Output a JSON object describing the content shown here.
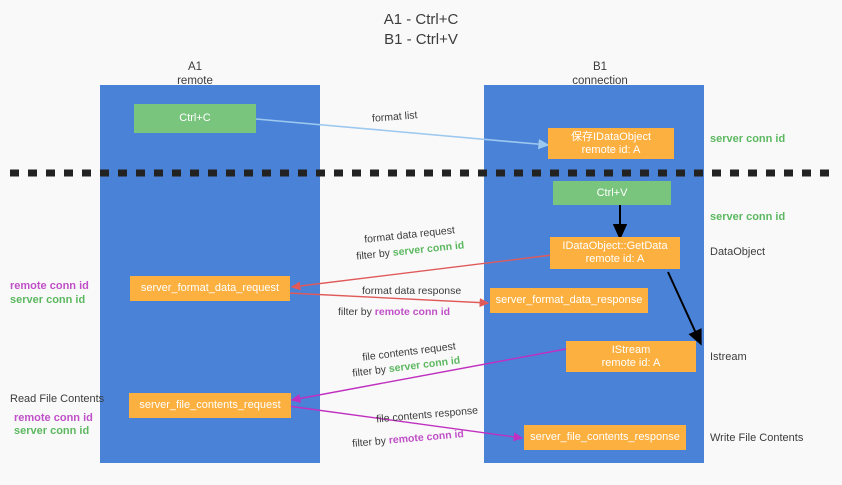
{
  "title": "A1 - Ctrl+C\nB1 - Ctrl+V",
  "columns": [
    {
      "name": "A1",
      "sub": "remote",
      "label": "A1\nremote"
    },
    {
      "name": "B1",
      "sub": "connection",
      "label": "B1\nconnection"
    }
  ],
  "nodes": {
    "ctrl_c": "Ctrl+C",
    "ctrl_v": "Ctrl+V",
    "idataobject": "保存IDataObject\nremote id: A",
    "getdata": "IDataObject::GetData\nremote id: A",
    "istream": "IStream\nremote id: A",
    "server_format_data_request": "server_format_data_request",
    "server_format_data_response": "server_format_data_response",
    "server_file_contents_request": "server_file_contents_request",
    "server_file_contents_response": "server_file_contents_response"
  },
  "edges": {
    "format_list": "format list",
    "format_data_request": "format data request",
    "format_data_request_filter_prefix": "filter by ",
    "format_data_request_filter_value": "server conn id",
    "format_data_response": "format data response",
    "format_data_response_filter_prefix": "filter by ",
    "format_data_response_filter_value": "remote conn id",
    "file_contents_request": "file contents request",
    "file_contents_request_filter_prefix": "filter by ",
    "file_contents_request_filter_value": "server conn id",
    "file_contents_response": "file contents response",
    "file_contents_response_filter_prefix": "filter by ",
    "file_contents_response_filter_value": "remote conn id"
  },
  "right_labels": {
    "server_conn_id_top": "server conn id",
    "server_conn_id_second": "server conn id",
    "dataobject": "DataObject",
    "istream": "Istream",
    "write_file_contents": "Write File Contents"
  },
  "left_labels": {
    "remote_conn_id_upper": "remote conn id",
    "server_conn_id_upper": "server conn id",
    "read_file_contents": "Read File Contents",
    "remote_conn_id_lower": "remote conn id",
    "server_conn_id_lower": "server conn id"
  },
  "colors": {
    "lane": "#4a82d8",
    "green_node": "#7ac57e",
    "orange_node": "#fcb040",
    "green_text": "#5cb860",
    "purple_text": "#c050c8",
    "arrow_blue": "#9dc8ef",
    "arrow_red": "#e05a5a",
    "arrow_magenta": "#c030c0",
    "arrow_black": "#000000",
    "background": "#f9f9f9"
  }
}
